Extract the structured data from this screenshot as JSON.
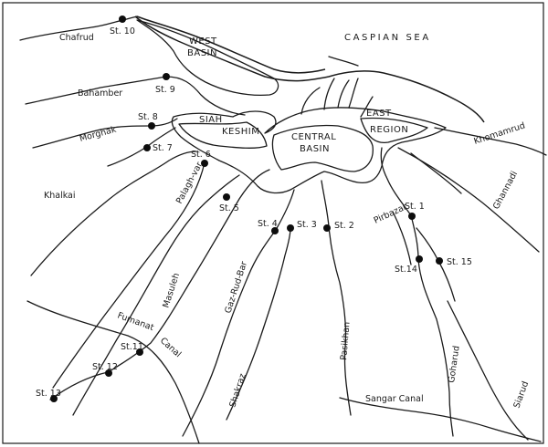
{
  "sea": {
    "label": "CASPIAN SEA"
  },
  "basins": {
    "west_line1": "WEST",
    "west_line2": "BASIN",
    "siah": "SIAH",
    "keshim": "KESHIM",
    "central_line1": "CENTRAL",
    "central_line2": "BASIN",
    "east_line1": "EAST",
    "east_line2": "REGION"
  },
  "rivers": {
    "chafrud": "Chafrud",
    "bahamber": "Bahamber",
    "morghak": "Morghak",
    "khalkai": "Khalkai",
    "palagh_var": "Palagh-var",
    "masuleh": "Masuleh",
    "gaz_rud_bar": "Gaz-Rud-Bar",
    "shakraz": "Shakraz",
    "pasikhan": "Pasikhan",
    "pirbazar": "Pirbazar",
    "khomamrud": "Khomamrud",
    "ghannadi": "Ghannadi",
    "goharud": "Goharud",
    "siarud": "Siarud",
    "fumanat": "Fumanat",
    "canal_word": "Canal",
    "sangar_canal": "Sangar  Canal"
  },
  "stations": [
    {
      "id": "st10",
      "label": "St. 10"
    },
    {
      "id": "st9",
      "label": "St. 9"
    },
    {
      "id": "st8",
      "label": "St. 8"
    },
    {
      "id": "st7",
      "label": "St. 7"
    },
    {
      "id": "st6",
      "label": "St. 6"
    },
    {
      "id": "st5",
      "label": "St. 5"
    },
    {
      "id": "st4",
      "label": "St. 4"
    },
    {
      "id": "st3",
      "label": "St. 3"
    },
    {
      "id": "st2",
      "label": "St. 2"
    },
    {
      "id": "st1",
      "label": "St. 1"
    },
    {
      "id": "st14",
      "label": "St.14"
    },
    {
      "id": "st15",
      "label": "St. 15"
    },
    {
      "id": "st11",
      "label": "St.11"
    },
    {
      "id": "st12",
      "label": "St. 12"
    },
    {
      "id": "st13",
      "label": "St. 13"
    }
  ]
}
